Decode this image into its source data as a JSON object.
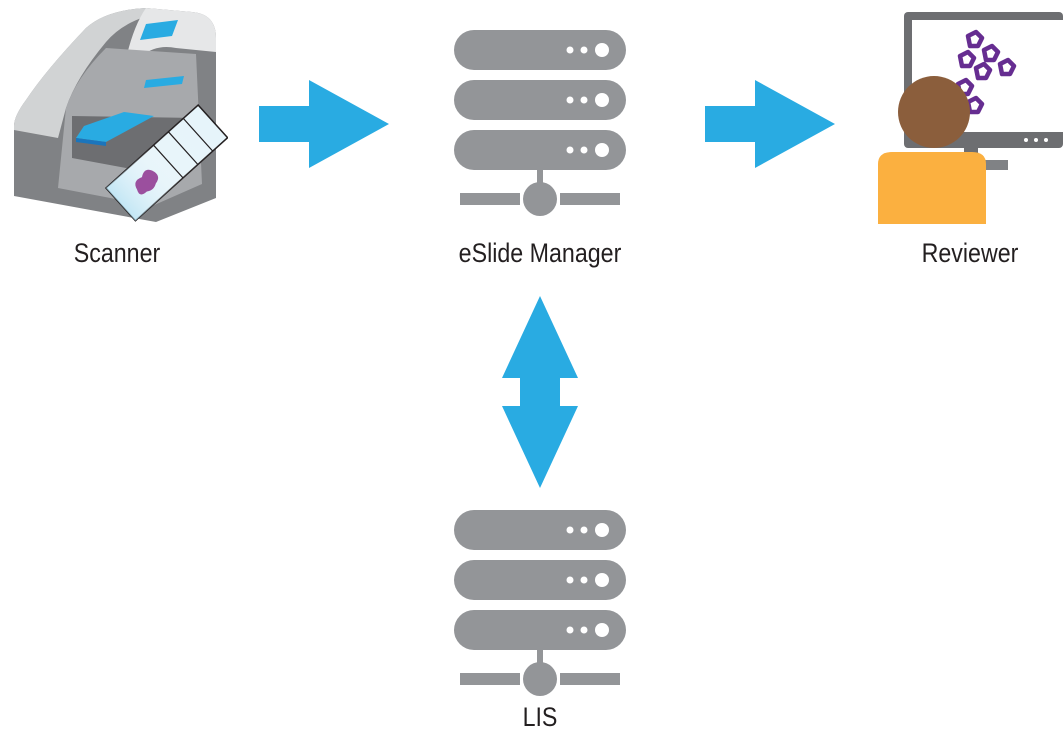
{
  "nodes": {
    "scanner": {
      "label": "Scanner",
      "icon": "scanner-icon"
    },
    "eslide_manager": {
      "label": "eSlide Manager",
      "icon": "server-icon"
    },
    "reviewer": {
      "label": "Reviewer",
      "icon": "reviewer-at-monitor-icon"
    },
    "lis": {
      "label": "LIS",
      "icon": "server-icon"
    }
  },
  "edges": [
    {
      "from": "Scanner",
      "to": "eSlide Manager",
      "direction": "one-way"
    },
    {
      "from": "eSlide Manager",
      "to": "Reviewer",
      "direction": "one-way"
    },
    {
      "from": "eSlide Manager",
      "to": "LIS",
      "direction": "two-way"
    }
  ],
  "colors": {
    "arrow": "#29abe2",
    "server": "#939598",
    "scanner_body": "#808285",
    "scanner_light": "#d1d3d4",
    "stain": "#9b4f9e",
    "cells": "#662d91",
    "person_head": "#8b5e3c",
    "person_body": "#fbb040",
    "label_text": "#231f20"
  }
}
